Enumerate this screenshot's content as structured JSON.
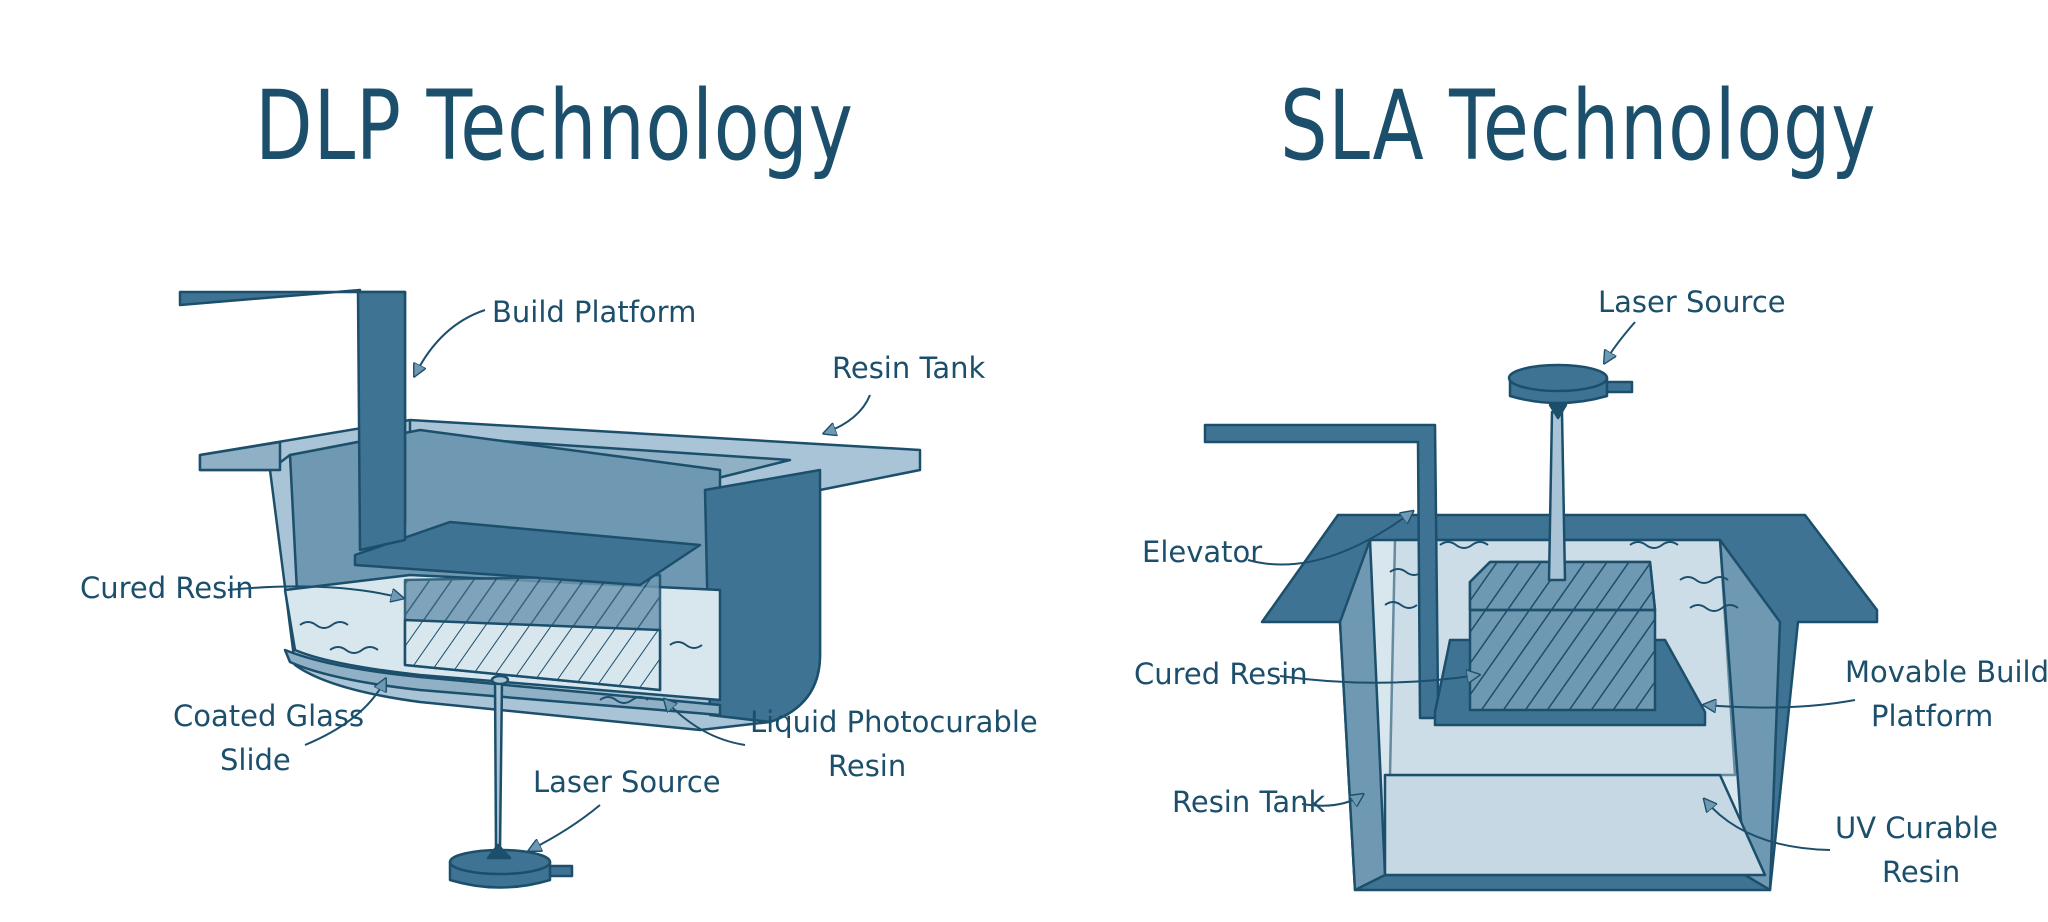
{
  "dlp": {
    "title": "DLP Technology",
    "labels": {
      "build_platform": "Build Platform",
      "resin_tank": "Resin Tank",
      "cured_resin": "Cured Resin",
      "coated_glass_1": "Coated Glass",
      "coated_glass_2": "Slide",
      "liquid_resin_1": "Liquid Photocurable",
      "liquid_resin_2": "Resin",
      "laser_source": "Laser Source"
    }
  },
  "sla": {
    "title": "SLA Technology",
    "labels": {
      "laser_source": "Laser Source",
      "elevator": "Elevator",
      "cured_resin": "Cured Resin",
      "movable_build_1": "Movable Build",
      "movable_build_2": "Platform",
      "resin_tank": "Resin Tank",
      "uv_resin_1": "UV Curable",
      "uv_resin_2": "Resin"
    }
  },
  "colors": {
    "ink": "#1c4f6b",
    "dark_fill": "#3f7393",
    "mid_fill": "#6f98b2",
    "light_fill": "#a9c4d6",
    "pale_fill": "#d8e6ee"
  }
}
